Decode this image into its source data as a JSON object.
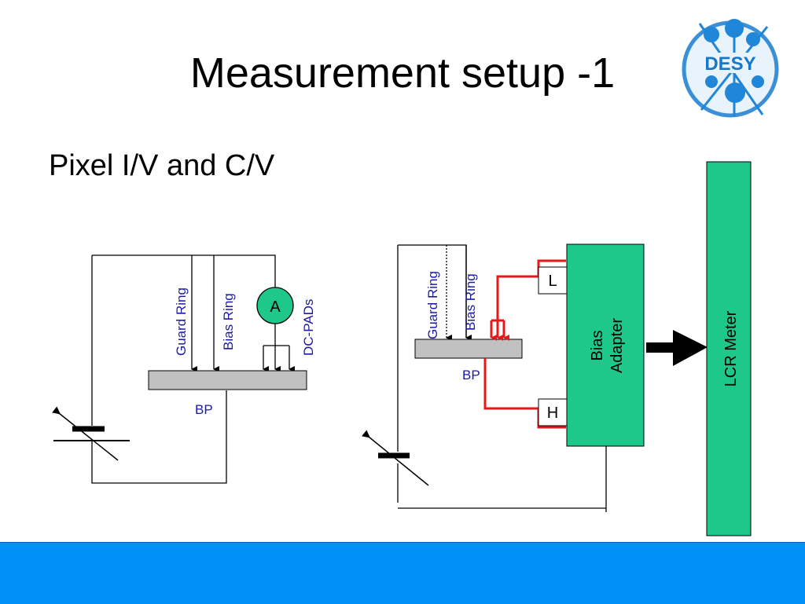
{
  "slide": {
    "title": "Measurement setup -1",
    "subtitle": "Pixel I/V and C/V"
  },
  "logo": {
    "text": "DESY"
  },
  "left_diagram": {
    "guard_ring": "Guard Ring",
    "bias_ring": "Bias Ring",
    "ammeter": "A",
    "dc_pads": "DC-PADs",
    "bp": "BP"
  },
  "right_diagram": {
    "guard_ring": "Guard Ring",
    "bias_ring": "Bias Ring",
    "bp": "BP",
    "terminal_low": "L",
    "terminal_high": "H",
    "bias_adapter_line1": "Bias",
    "bias_adapter_line2": "Adapter",
    "lcr_meter": "LCR Meter"
  },
  "colors": {
    "green_box": "#1ec88a",
    "red_wire": "#e81818",
    "label_blue": "#1a1aa6",
    "footer_blue": "#0090f8",
    "sensor_gray": "#c0c0c0"
  }
}
